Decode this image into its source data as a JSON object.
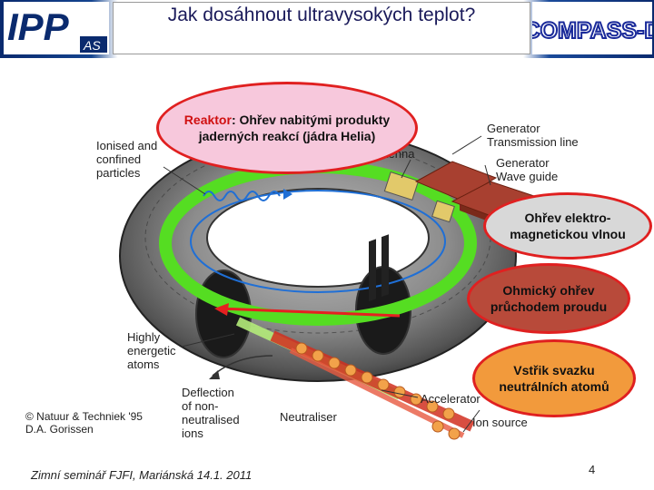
{
  "header": {
    "title": "Jak dosáhnout ultravysokých teplot?",
    "logo_left_text": "IPP",
    "logo_left_sub": "AS",
    "logo_right_text": "COMPASS-D"
  },
  "bubbles": {
    "reactor_keyword": "Reaktor",
    "reactor_rest": ": Ohřev nabitými produkty jaderných reakcí (jádra Helia)",
    "em_wave": "Ohřev elektro-\nmagnetickou vlnou",
    "ohmic": "Ohmický ohřev\nprůchodem proudu",
    "beam": "Vstřik svazku\nneutrálních atomů"
  },
  "diagram_labels": {
    "ionised": "Ionised and\nconfined\nparticles",
    "antenna": "Antenna",
    "generator_tl": "Generator\nTransmission line",
    "generator_wg": "Generator\nWave guide",
    "energetic": "Highly\nenergetic\natoms",
    "deflection": "Deflection\nof non-\nneutralised\nions",
    "neutraliser": "Neutraliser",
    "accelerator": "Accelerator",
    "ion_source": "Ion source"
  },
  "credit": "© Natuur & Techniek '95\nD.A. Gorissen",
  "footer": "Zimní seminář FJFI, Mariánská 14.1. 2011",
  "page_number": "4",
  "colors": {
    "accent_navy": "#14448f",
    "ring_green": "#55dd22",
    "bubble_pink": "#f7c8dc",
    "bubble_red_border": "#e02020",
    "bubble_gray": "#d8d8d8",
    "bubble_brown": "#b84a3a",
    "bubble_orange": "#f29a3c",
    "beam_red": "#e62020",
    "torus_dark": "#2a2a2a"
  }
}
